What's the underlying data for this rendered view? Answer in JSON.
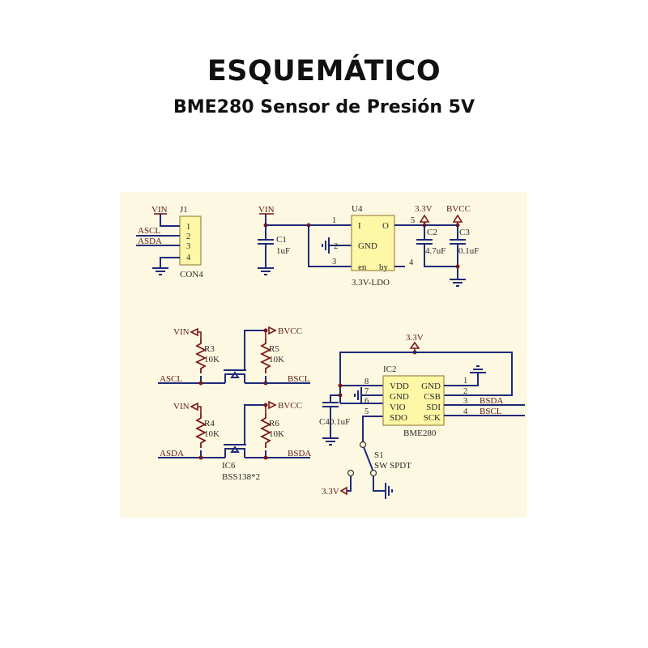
{
  "header": {
    "title": "ESQUEMÁTICO",
    "subtitle": "BME280 Sensor de Presión 5V"
  },
  "schematic": {
    "j1": {
      "ref": "J1",
      "vin": "VIN",
      "ascl": "ASCL",
      "asda": "ASDA",
      "pins": [
        "1",
        "2",
        "3",
        "4"
      ],
      "part": "CON4"
    },
    "ldo": {
      "vin": "VIN",
      "c1_ref": "C1",
      "c1_val": "1uF",
      "ref": "U4",
      "part": "3.3V-LDO",
      "pin_i": "I",
      "pin_o": "O",
      "pin_gnd": "GND",
      "pin_en": "en",
      "pin_by": "by",
      "pin_nums": [
        "1",
        "2",
        "3",
        "4",
        "5"
      ],
      "out_33": "3.3V",
      "out_bvcc": "BVCC",
      "c2_ref": "C2",
      "c2_val": "4.7uF",
      "c3_ref": "C3",
      "c3_val": "0.1uF"
    },
    "shifter": {
      "row1": {
        "vin": "VIN",
        "bvcc": "BVCC",
        "ra_ref": "R3",
        "ra_val": "10K",
        "rb_ref": "R5",
        "rb_val": "10K",
        "left": "ASCL",
        "right": "BSCL"
      },
      "row2": {
        "vin": "VIN",
        "bvcc": "BVCC",
        "ra_ref": "R4",
        "ra_val": "10K",
        "rb_ref": "R6",
        "rb_val": "10K",
        "left": "ASDA",
        "right": "BSDA"
      },
      "ref": "IC6",
      "part": "BSS138*2"
    },
    "bme": {
      "supply": "3.3V",
      "ref": "IC2",
      "part": "BME280",
      "c4": "C40.1uF",
      "left_pins": [
        "VDD",
        "GND",
        "VIO",
        "SDO"
      ],
      "left_nums": [
        "8",
        "7",
        "6",
        "5"
      ],
      "right_pins": [
        "GND",
        "CSB",
        "SDI",
        "SCK"
      ],
      "right_nums": [
        "1",
        "2",
        "3",
        "4"
      ],
      "net_sda": "BSDA",
      "net_scl": "BSCL",
      "sw_ref": "S1",
      "sw_part": "SW SPDT",
      "sw_supply": "3.3V"
    }
  }
}
